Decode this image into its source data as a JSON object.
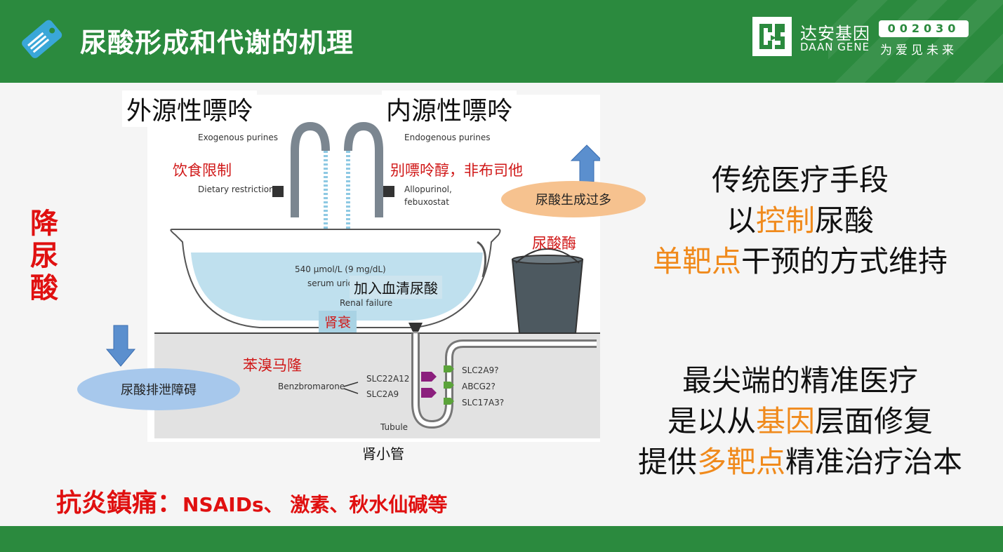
{
  "header": {
    "title": "尿酸形成和代谢的机理",
    "brand_cn": "达安基因",
    "brand_en": "DAAN GENE",
    "stock_code": "002030",
    "slogan": "为爱见未来"
  },
  "diagram": {
    "exo_cn": "外源性嘌呤",
    "endo_cn": "内源性嘌呤",
    "exo_en": "Exogenous purines",
    "endo_en": "Endogenous purines",
    "diet_cn": "饮食限制",
    "diet_en": "Dietary restriction",
    "allo_cn": "别嘌呤醇，非布司他",
    "allo_en1": "Allopurinol,",
    "allo_en2": "febuxostat",
    "overproduction": "尿酸生成过多",
    "uricase": "尿酸酶",
    "serum_en1": "540 µmol/L (9 mg/dL)",
    "serum_en2": "serum uric",
    "serum_cn": "加入血清尿酸",
    "renal_en": "Renal failure",
    "renal_cn": "肾衰",
    "benz_cn": "苯溴马隆",
    "benz_en": "Benzbromarone",
    "slc22a12": "SLC22A12",
    "slc2a9": "SLC2A9",
    "slc2a9q": "SLC2A9?",
    "abcg2q": "ABCG2?",
    "slc17a3q": "SLC17A3?",
    "tubule_en": "Tubule",
    "tubule_cn": "肾小管",
    "excretion": "尿酸排泄障碍"
  },
  "side_label": [
    "降",
    "尿",
    "酸"
  ],
  "right_top": {
    "line1": "传统医疗手段",
    "line2_a": "以",
    "line2_b": "控制",
    "line2_c": "尿酸",
    "line3_a": "单靶点",
    "line3_b": "干预的方式维持"
  },
  "right_bottom": {
    "line1": "最尖端的精准医疗",
    "line2_a": "是以从",
    "line2_b": "基因",
    "line2_c": "层面修复",
    "line3_a": "提供",
    "line3_b": "多靶点",
    "line3_c": "精准治疗治本"
  },
  "bottom": {
    "main": "抗炎鎮痛：",
    "rest": "NSAIDs、 激素、秋水仙碱等"
  },
  "colors": {
    "header_green": "#2b8a3e",
    "accent_orange": "#f08a1c",
    "alert_red": "#e01010"
  }
}
